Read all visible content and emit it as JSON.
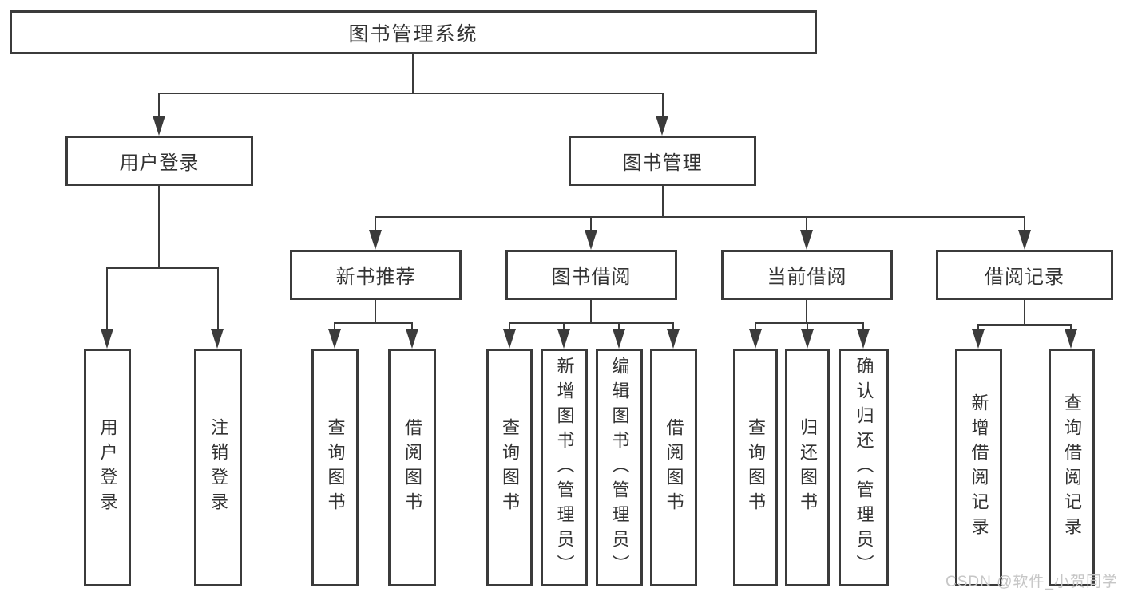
{
  "colors": {
    "line": "#3b3b3b",
    "text": "#333333",
    "background": "#ffffff",
    "watermark_color": "#c6c6c6"
  },
  "watermark": {
    "text": "CSDN @软件_小贺同学"
  },
  "tree": {
    "label": "图书管理系统",
    "children": [
      {
        "label": "用户登录",
        "children": [
          {
            "label": "用户登录"
          },
          {
            "label": "注销登录"
          }
        ]
      },
      {
        "label": "图书管理",
        "children": [
          {
            "label": "新书推荐",
            "children": [
              {
                "label": "查询图书"
              },
              {
                "label": "借阅图书"
              }
            ]
          },
          {
            "label": "图书借阅",
            "children": [
              {
                "label": "查询图书"
              },
              {
                "label": "新增图书（管理员）"
              },
              {
                "label": "编辑图书（管理员）"
              },
              {
                "label": "借阅图书"
              }
            ]
          },
          {
            "label": "当前借阅",
            "children": [
              {
                "label": "查询图书"
              },
              {
                "label": "归还图书"
              },
              {
                "label": "确认归还（管理员）"
              }
            ]
          },
          {
            "label": "借阅记录",
            "children": [
              {
                "label": "新增借阅记录"
              },
              {
                "label": "查询借阅记录"
              }
            ]
          }
        ]
      }
    ]
  }
}
